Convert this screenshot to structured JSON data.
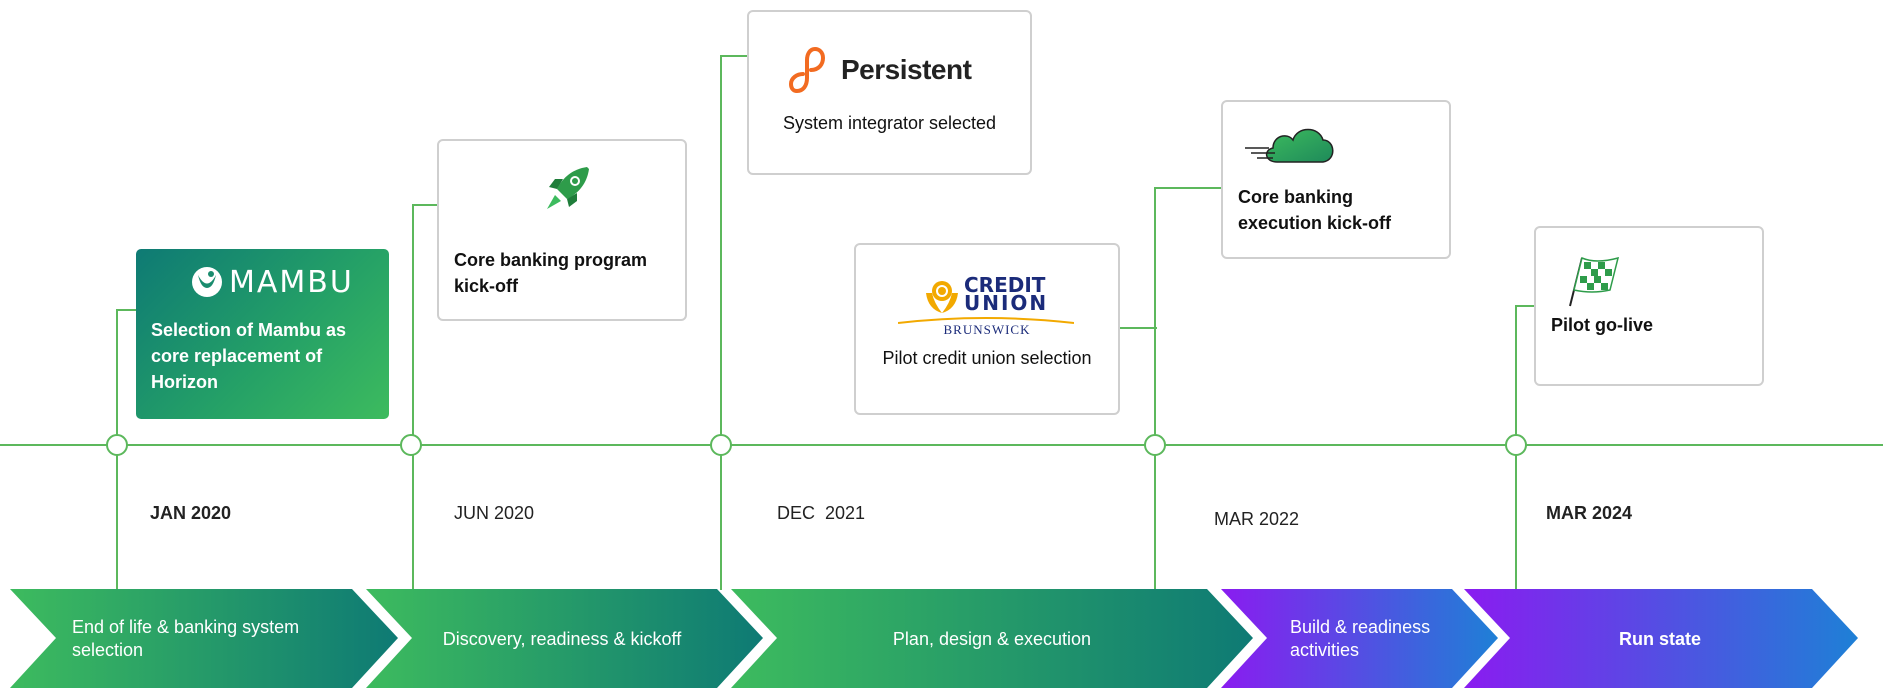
{
  "milestones": [
    {
      "logo": "MAMBU",
      "text": "Selection of Mambu as core replacement of Horizon",
      "date": "JAN 2020",
      "icon": "mambu-logo"
    },
    {
      "text": "Core banking program kick-off",
      "date": "JUN 2020",
      "icon": "rocket-icon"
    },
    {
      "logo": "Persistent",
      "text": "System integrator selected",
      "date": "DEC  2021",
      "icon": "persistent-logo"
    },
    {
      "logo_line1": "CREDIT",
      "logo_line2": "UNION",
      "logo_line3": "BRUNSWICK",
      "text": "Pilot credit union selection",
      "icon": "credit-union-logo"
    },
    {
      "text": "Core banking execution kick-off",
      "date": "MAR 2022",
      "icon": "cloud-icon"
    },
    {
      "text": "Pilot go-live",
      "date": "MAR 2024",
      "icon": "checkered-flag-icon"
    }
  ],
  "phases": [
    {
      "label": "End of life & banking system selection"
    },
    {
      "label": "Discovery, readiness & kickoff"
    },
    {
      "label": "Plan, design & execution"
    },
    {
      "label": "Build & readiness activities"
    },
    {
      "label": "Run state"
    }
  ],
  "colors": {
    "line_green": "#5cb85c",
    "green_light": "#3dbb5e",
    "teal_dark": "#0e7a74",
    "purple": "#8a1cf0",
    "blue": "#1e80d6",
    "persistent_orange": "#f26b21",
    "cu_navy": "#1b2b7a",
    "cu_gold": "#f2a900"
  }
}
